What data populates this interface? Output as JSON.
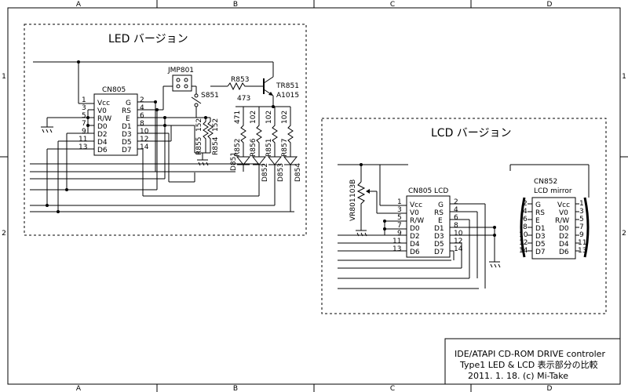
{
  "frame": {
    "columns": [
      "A",
      "B",
      "C",
      "D"
    ],
    "rows": [
      "1",
      "2"
    ]
  },
  "led_section": {
    "title": "LED  バージョン",
    "connector": "CN805",
    "jumper": "JMP801",
    "switch": "S851",
    "transistor": "TR851",
    "transistor_part": "A1015",
    "base_resistor": "R853",
    "base_resistor_value": "473",
    "sw_resistors": [
      {
        "name": "R855",
        "value": "152"
      },
      {
        "name": "R854",
        "value": "152"
      }
    ],
    "led_resistors": [
      {
        "name": "R852",
        "value": "471"
      },
      {
        "name": "R856",
        "value": "102"
      },
      {
        "name": "R851",
        "value": "102"
      },
      {
        "name": "R857",
        "value": "102"
      }
    ],
    "leds": [
      "D851",
      "D852",
      "D853",
      "D854"
    ]
  },
  "lcd_section": {
    "title": "LCD  バージョン",
    "connector": "CN805  LCD",
    "variable_resistor": "VR801",
    "variable_resistor_value": "103B",
    "mirror_connector": "CN852",
    "mirror_label": "LCD mirror"
  },
  "connector_pins": {
    "left_numbers": [
      "1",
      "3",
      "5",
      "7",
      "9",
      "11",
      "13"
    ],
    "left_signals": [
      "Vcc",
      "V0",
      "R/W",
      "D0",
      "D2",
      "D4",
      "D6"
    ],
    "right_numbers": [
      "2",
      "4",
      "6",
      "8",
      "10",
      "12",
      "14"
    ],
    "right_signals": [
      "G",
      "RS",
      "E",
      "D1",
      "D3",
      "D5",
      "D7"
    ]
  },
  "mirror_pins": {
    "left_numbers": [
      "2",
      "4",
      "6",
      "8",
      "10",
      "12",
      "14"
    ],
    "left_signals": [
      "G",
      "RS",
      "E",
      "D1",
      "D3",
      "D5",
      "D7"
    ],
    "right_numbers": [
      "1",
      "3",
      "5",
      "7",
      "9",
      "11",
      "13"
    ],
    "right_signals": [
      "Vcc",
      "V0",
      "R/W",
      "D0",
      "D2",
      "D4",
      "D6"
    ]
  },
  "title_block": {
    "line1": "IDE/ATAPI CD-ROM DRIVE controler",
    "line2": "Type1 LED & LCD 表示部分の比較",
    "line3": "2011. 1. 18. (c)  Mi-Take"
  }
}
